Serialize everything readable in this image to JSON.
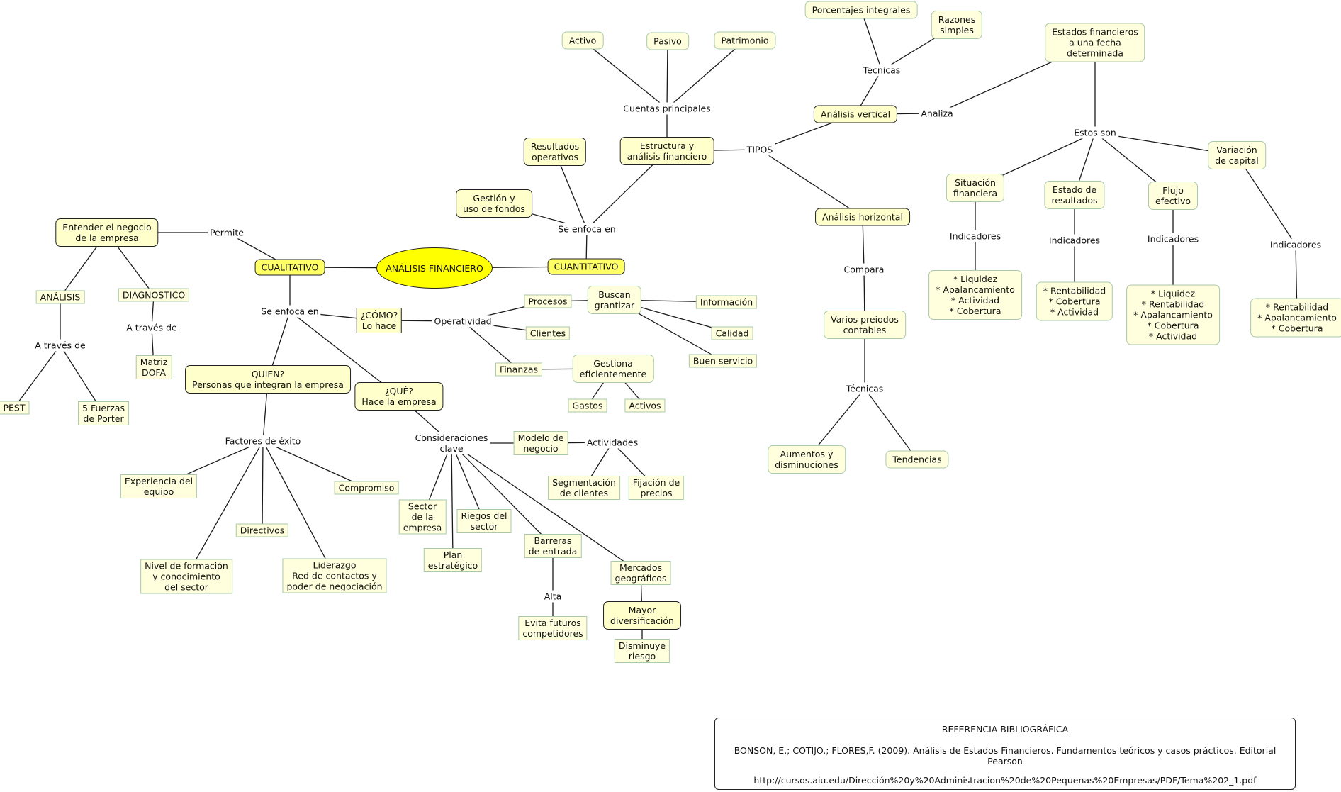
{
  "nodes": [
    {
      "id": "analisis_financiero",
      "text": "ANÁLISIS FINANCIERO",
      "style": "ellipse"
    },
    {
      "id": "cualitativo",
      "text": "CUALITATIVO",
      "style": "key"
    },
    {
      "id": "cuantitativo",
      "text": "CUANTITATIVO",
      "style": "key"
    },
    {
      "id": "permite",
      "text": "Permite",
      "style": "label"
    },
    {
      "id": "entender",
      "text": "Entender el negocio\nde la empresa",
      "style": "strong"
    },
    {
      "id": "analisis",
      "text": "ANÁLISIS",
      "style": "square"
    },
    {
      "id": "diagnostico",
      "text": "DIAGNOSTICO",
      "style": "square"
    },
    {
      "id": "atraves1",
      "text": "A través de",
      "style": "label"
    },
    {
      "id": "atraves2",
      "text": "A través de",
      "style": "label"
    },
    {
      "id": "pest",
      "text": "PEST",
      "style": "square"
    },
    {
      "id": "porter",
      "text": "5 Fuerzas\nde Porter",
      "style": "square"
    },
    {
      "id": "dofa",
      "text": "Matriz\nDOFA",
      "style": "square"
    },
    {
      "id": "seenfoca_cual",
      "text": "Se enfoca en",
      "style": "label"
    },
    {
      "id": "como",
      "text": "¿CÓMO?\nLo hace",
      "style": "box"
    },
    {
      "id": "operatividad",
      "text": "Operatividad",
      "style": "label"
    },
    {
      "id": "procesos",
      "text": "Procesos",
      "style": "square"
    },
    {
      "id": "clientes",
      "text": "Clientes",
      "style": "square"
    },
    {
      "id": "finanzas",
      "text": "Finanzas",
      "style": "square"
    },
    {
      "id": "buscan",
      "text": "Buscan\ngrantizar",
      "style": "round"
    },
    {
      "id": "informacion",
      "text": "Información",
      "style": "square"
    },
    {
      "id": "calidad",
      "text": "Calidad",
      "style": "square"
    },
    {
      "id": "buenservicio",
      "text": "Buen servicio",
      "style": "square"
    },
    {
      "id": "gestiona",
      "text": "Gestiona\neficientemente",
      "style": "round"
    },
    {
      "id": "gastos",
      "text": "Gastos",
      "style": "square"
    },
    {
      "id": "activos_op",
      "text": "Activos",
      "style": "square"
    },
    {
      "id": "quien",
      "text": "QUIEN?\nPersonas que integran la empresa",
      "style": "strong"
    },
    {
      "id": "factores",
      "text": "Factores de éxito",
      "style": "label"
    },
    {
      "id": "experiencia",
      "text": "Experiencia del\nequipo",
      "style": "square"
    },
    {
      "id": "compromiso",
      "text": "Compromiso",
      "style": "square"
    },
    {
      "id": "directivos",
      "text": "Directivos",
      "style": "square"
    },
    {
      "id": "nivel",
      "text": "Nivel de formación\ny conocimiento\ndel sector",
      "style": "square"
    },
    {
      "id": "liderazgo",
      "text": "Liderazgo\nRed de contactos y\npoder de negociación",
      "style": "square"
    },
    {
      "id": "que",
      "text": "¿QUÉ?\nHace la empresa",
      "style": "strong"
    },
    {
      "id": "consideraciones",
      "text": "Consideraciones\nclave",
      "style": "label"
    },
    {
      "id": "modelo",
      "text": "Modelo de\nnegocio",
      "style": "square"
    },
    {
      "id": "actividades",
      "text": "Actividades",
      "style": "label"
    },
    {
      "id": "segmentacion",
      "text": "Segmentación\nde clientes",
      "style": "square"
    },
    {
      "id": "fijacion",
      "text": "Fijación de\nprecios",
      "style": "square"
    },
    {
      "id": "sector",
      "text": "Sector\nde la\nempresa",
      "style": "square"
    },
    {
      "id": "plan",
      "text": "Plan\nestratégico",
      "style": "square"
    },
    {
      "id": "riegos",
      "text": "Riegos del\nsector",
      "style": "square"
    },
    {
      "id": "barreras",
      "text": "Barreras\nde entrada",
      "style": "square"
    },
    {
      "id": "alta",
      "text": "Alta",
      "style": "label"
    },
    {
      "id": "evita",
      "text": "Evita futuros\ncompetidores",
      "style": "square"
    },
    {
      "id": "mercados",
      "text": "Mercados\ngeográficos",
      "style": "square"
    },
    {
      "id": "mayor",
      "text": "Mayor\ndiversificación",
      "style": "strong"
    },
    {
      "id": "disminuye",
      "text": "Disminuye\nriesgo",
      "style": "square"
    },
    {
      "id": "seenfoca_cuan",
      "text": "Se enfoca en",
      "style": "label"
    },
    {
      "id": "gestion_fondos",
      "text": "Gestión y\nuso de fondos",
      "style": "strong"
    },
    {
      "id": "resultados_op",
      "text": "Resultados\noperativos",
      "style": "strong"
    },
    {
      "id": "estructura",
      "text": "Estructura y\nanálisis financiero",
      "style": "strong"
    },
    {
      "id": "cuentas",
      "text": "Cuentas principales",
      "style": "label"
    },
    {
      "id": "activo",
      "text": "Activo",
      "style": "round"
    },
    {
      "id": "pasivo",
      "text": "Pasivo",
      "style": "round"
    },
    {
      "id": "patrimonio",
      "text": "Patrimonio",
      "style": "round"
    },
    {
      "id": "tipos",
      "text": "TIPOS",
      "style": "label"
    },
    {
      "id": "vertical",
      "text": "Análisis vertical",
      "style": "strong"
    },
    {
      "id": "tecnicas_v",
      "text": "Tecnicas",
      "style": "label"
    },
    {
      "id": "porcentajes",
      "text": "Porcentajes integrales",
      "style": "round"
    },
    {
      "id": "razones",
      "text": "Razones\nsimples",
      "style": "round"
    },
    {
      "id": "analiza",
      "text": "Analiza",
      "style": "label"
    },
    {
      "id": "estados_fecha",
      "text": "Estados financieros\na una fecha\ndeterminada",
      "style": "round"
    },
    {
      "id": "estos_son",
      "text": "Estos son",
      "style": "label"
    },
    {
      "id": "situacion",
      "text": "Situación\nfinanciera",
      "style": "round"
    },
    {
      "id": "estado_res",
      "text": "Estado de\nresultados",
      "style": "round"
    },
    {
      "id": "flujo",
      "text": "Flujo\nefectivo",
      "style": "round"
    },
    {
      "id": "variacion",
      "text": "Variación\nde capital",
      "style": "round"
    },
    {
      "id": "ind1",
      "text": "Indicadores",
      "style": "label"
    },
    {
      "id": "ind2",
      "text": "Indicadores",
      "style": "label"
    },
    {
      "id": "ind3",
      "text": "Indicadores",
      "style": "label"
    },
    {
      "id": "ind4",
      "text": "Indicadores",
      "style": "label"
    },
    {
      "id": "lista1",
      "text": "* Liquidez\n* Apalancamiento\n* Actividad\n* Cobertura",
      "style": "round"
    },
    {
      "id": "lista2",
      "text": "* Rentabilidad\n* Cobertura\n* Actividad",
      "style": "round"
    },
    {
      "id": "lista3",
      "text": "* Liquidez\n* Rentabilidad\n* Apalancamiento\n* Cobertura\n* Actividad",
      "style": "round"
    },
    {
      "id": "lista4",
      "text": "* Rentabilidad\n* Apalancamiento\n* Cobertura",
      "style": "round"
    },
    {
      "id": "horizontal",
      "text": "Análisis horizontal",
      "style": "strong"
    },
    {
      "id": "compara",
      "text": "Compara",
      "style": "label"
    },
    {
      "id": "varios",
      "text": "Varios preiodos\ncontables",
      "style": "round"
    },
    {
      "id": "tecnicas_h",
      "text": "Técnicas",
      "style": "label"
    },
    {
      "id": "aumentos",
      "text": "Aumentos y\ndisminuciones",
      "style": "round"
    },
    {
      "id": "tendencias",
      "text": "Tendencias",
      "style": "round"
    }
  ],
  "edges": [
    [
      "analisis_financiero",
      "cualitativo"
    ],
    [
      "analisis_financiero",
      "cuantitativo"
    ],
    [
      "cualitativo",
      "permite"
    ],
    [
      "permite",
      "entender"
    ],
    [
      "entender",
      "analisis"
    ],
    [
      "entender",
      "diagnostico"
    ],
    [
      "analisis",
      "atraves1"
    ],
    [
      "atraves1",
      "pest"
    ],
    [
      "atraves1",
      "porter"
    ],
    [
      "diagnostico",
      "atraves2"
    ],
    [
      "atraves2",
      "dofa"
    ],
    [
      "cualitativo",
      "seenfoca_cual"
    ],
    [
      "seenfoca_cual",
      "como"
    ],
    [
      "como",
      "operatividad"
    ],
    [
      "operatividad",
      "procesos"
    ],
    [
      "operatividad",
      "clientes"
    ],
    [
      "operatividad",
      "finanzas"
    ],
    [
      "procesos",
      "buscan"
    ],
    [
      "buscan",
      "informacion"
    ],
    [
      "buscan",
      "calidad"
    ],
    [
      "buscan",
      "buenservicio"
    ],
    [
      "finanzas",
      "gestiona"
    ],
    [
      "gestiona",
      "gastos"
    ],
    [
      "gestiona",
      "activos_op"
    ],
    [
      "seenfoca_cual",
      "quien"
    ],
    [
      "seenfoca_cual",
      "que"
    ],
    [
      "quien",
      "factores"
    ],
    [
      "factores",
      "experiencia"
    ],
    [
      "factores",
      "compromiso"
    ],
    [
      "factores",
      "directivos"
    ],
    [
      "factores",
      "nivel"
    ],
    [
      "factores",
      "liderazgo"
    ],
    [
      "que",
      "consideraciones"
    ],
    [
      "consideraciones",
      "modelo"
    ],
    [
      "modelo",
      "actividades"
    ],
    [
      "actividades",
      "segmentacion"
    ],
    [
      "actividades",
      "fijacion"
    ],
    [
      "consideraciones",
      "sector"
    ],
    [
      "consideraciones",
      "plan"
    ],
    [
      "consideraciones",
      "riegos"
    ],
    [
      "consideraciones",
      "barreras"
    ],
    [
      "consideraciones",
      "mercados"
    ],
    [
      "barreras",
      "alta"
    ],
    [
      "alta",
      "evita"
    ],
    [
      "mercados",
      "mayor"
    ],
    [
      "mayor",
      "disminuye"
    ],
    [
      "cuantitativo",
      "seenfoca_cuan"
    ],
    [
      "seenfoca_cuan",
      "gestion_fondos"
    ],
    [
      "seenfoca_cuan",
      "resultados_op"
    ],
    [
      "seenfoca_cuan",
      "estructura"
    ],
    [
      "estructura",
      "cuentas"
    ],
    [
      "cuentas",
      "activo"
    ],
    [
      "cuentas",
      "pasivo"
    ],
    [
      "cuentas",
      "patrimonio"
    ],
    [
      "estructura",
      "tipos"
    ],
    [
      "tipos",
      "vertical"
    ],
    [
      "tipos",
      "horizontal"
    ],
    [
      "vertical",
      "tecnicas_v"
    ],
    [
      "tecnicas_v",
      "porcentajes"
    ],
    [
      "tecnicas_v",
      "razones"
    ],
    [
      "vertical",
      "analiza"
    ],
    [
      "analiza",
      "estados_fecha"
    ],
    [
      "estados_fecha",
      "estos_son"
    ],
    [
      "estos_son",
      "situacion"
    ],
    [
      "estos_son",
      "estado_res"
    ],
    [
      "estos_son",
      "flujo"
    ],
    [
      "estos_son",
      "variacion"
    ],
    [
      "situacion",
      "ind1"
    ],
    [
      "ind1",
      "lista1"
    ],
    [
      "estado_res",
      "ind2"
    ],
    [
      "ind2",
      "lista2"
    ],
    [
      "flujo",
      "ind3"
    ],
    [
      "ind3",
      "lista3"
    ],
    [
      "variacion",
      "ind4"
    ],
    [
      "ind4",
      "lista4"
    ],
    [
      "horizontal",
      "compara"
    ],
    [
      "compara",
      "varios"
    ],
    [
      "varios",
      "tecnicas_h"
    ],
    [
      "tecnicas_h",
      "aumentos"
    ],
    [
      "tecnicas_h",
      "tendencias"
    ]
  ],
  "reference": {
    "title": "REFERENCIA BIBLIOGRÁFICA",
    "text": "BONSON, E.; COTIJO.; FLORES,F. (2009). Análisis de Estados Financieros. Fundamentos teóricos y casos prácticos. Editorial Pearson",
    "url": "http://cursos.aiu.edu/Dirección%20y%20Administracion%20de%20Pequenas%20Empresas/PDF/Tema%202_1.pdf"
  }
}
